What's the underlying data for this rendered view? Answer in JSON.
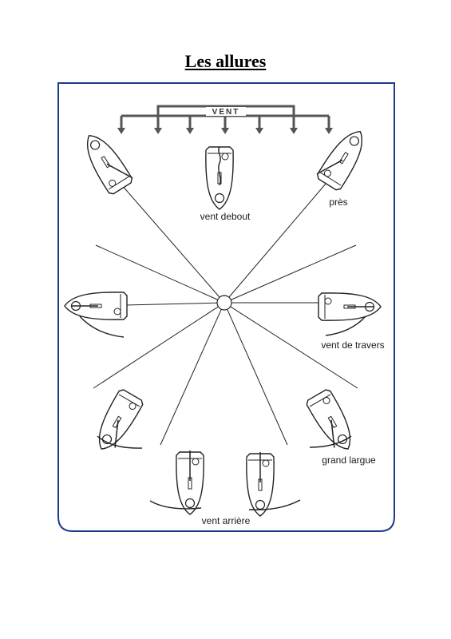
{
  "title": "Les allures",
  "wind_label": "VENT",
  "labels": {
    "vent_debout": "vent debout",
    "pres": "près",
    "vent_de_travers": "vent de travers",
    "grand_largue": "grand largue",
    "vent_arriere": "vent arrière"
  },
  "colors": {
    "frame": "#1f3a8a",
    "wind_arrows": "#555555",
    "lines": "#222222"
  }
}
